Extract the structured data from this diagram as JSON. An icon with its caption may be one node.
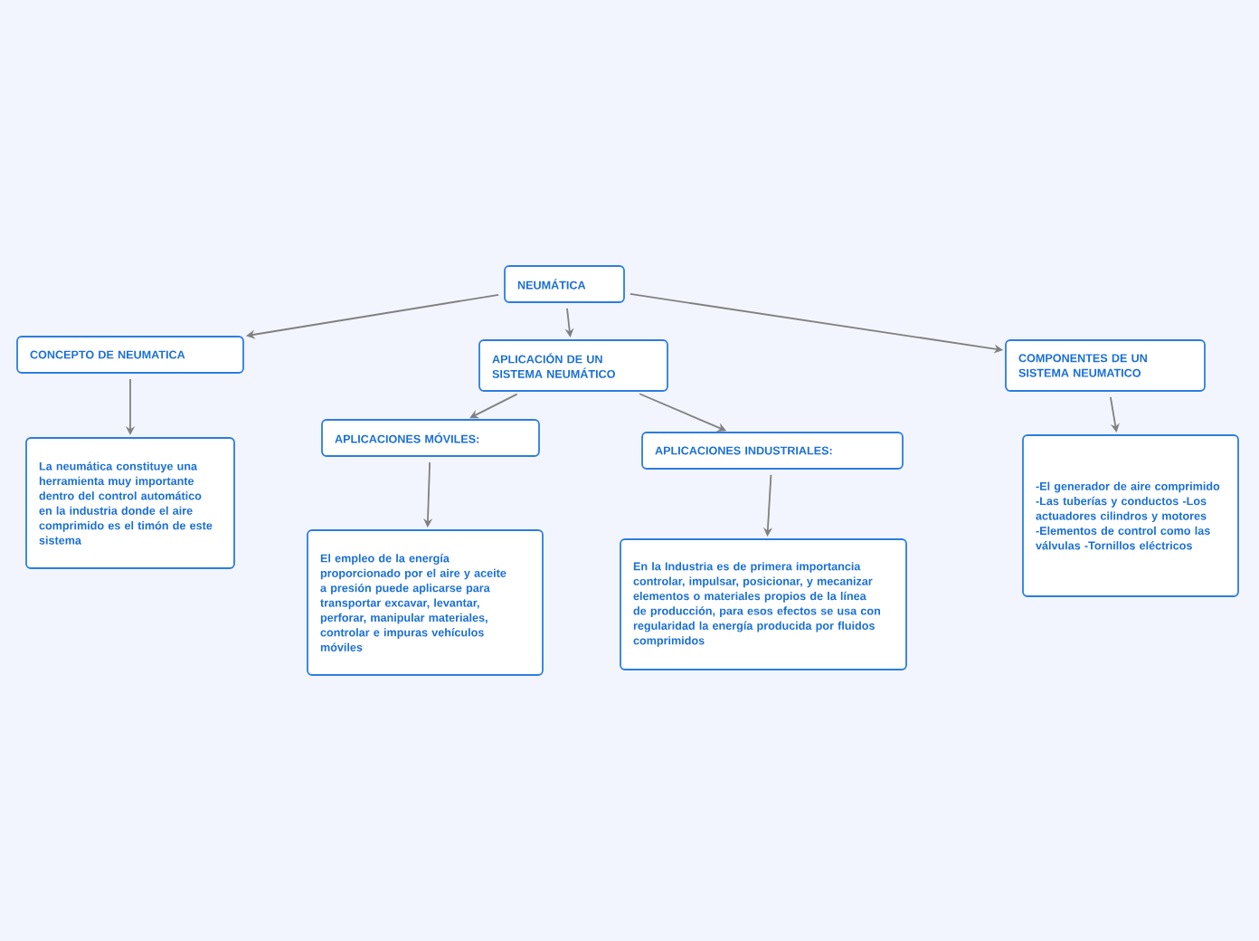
{
  "diagram": {
    "nodes": [
      {
        "text": [
          "NEUMÁTICA"
        ]
      },
      {
        "text": [
          "CONCEPTO DE NEUMATICA"
        ]
      },
      {
        "text": [
          "APLICACIÓN DE UN SISTEMA NEUMÁTICO"
        ]
      },
      {
        "text": [
          "COMPONENTES DE UN SISTEMA NEUMATICO"
        ]
      },
      {
        "text": [
          "La neumática constituye una herramienta muy importante dentro del control automático en la industria donde el aire comprimido es el timón de este sistema"
        ]
      },
      {
        "text": [
          "APLICACIONES MÓVILES:"
        ]
      },
      {
        "text": [
          "APLICACIONES INDUSTRIALES:"
        ]
      },
      {
        "text": [
          "El empleo de la energía proporcionado por el aire y aceite a presión puede aplicarse para transportar excavar, levantar, perforar, manipular materiales, controlar e impuras vehículos móviles"
        ]
      },
      {
        "text": [
          "En la Industria es de primera importancia controlar, impulsar, posicionar, y mecanizar elementos o materiales propios de la línea de producción, para esos efectos se usa con regularidad la energía producida por fluidos comprimidos"
        ]
      },
      {
        "text": [
          "-El generador de aire comprimido -Las tuberías y conductos -Los actuadores cilindros y motores -Elementos de control como las válvulas -Tornillos eléctricos"
        ]
      }
    ],
    "edges": [
      {
        "from": 0,
        "to": 1,
        "arrow": "to"
      },
      {
        "from": 0,
        "to": 2,
        "arrow": "to"
      },
      {
        "from": 0,
        "to": 3,
        "arrow": "to"
      },
      {
        "from": 1,
        "to": 4,
        "arrow": "to"
      },
      {
        "from": 2,
        "to": 5,
        "arrow": "to"
      },
      {
        "from": 2,
        "to": 6,
        "arrow": "to"
      },
      {
        "from": 5,
        "to": 7,
        "arrow": "to"
      },
      {
        "from": 6,
        "to": 8,
        "arrow": "to"
      },
      {
        "from": 3,
        "to": 9,
        "arrow": "to"
      }
    ]
  }
}
